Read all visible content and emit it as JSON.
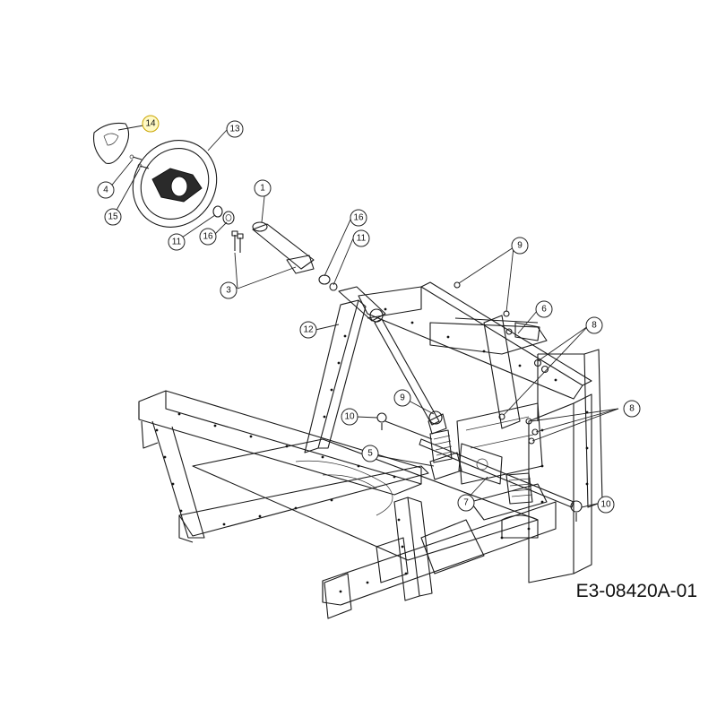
{
  "drawing_code": "E3-08420A-01",
  "callouts": [
    {
      "id": "c14",
      "label": "14",
      "highlight": true
    },
    {
      "id": "c13",
      "label": "13",
      "highlight": false
    },
    {
      "id": "c4",
      "label": "4",
      "highlight": false
    },
    {
      "id": "c15",
      "label": "15",
      "highlight": false
    },
    {
      "id": "c1",
      "label": "1",
      "highlight": false
    },
    {
      "id": "c11a",
      "label": "11",
      "highlight": false
    },
    {
      "id": "c16a",
      "label": "16",
      "highlight": false
    },
    {
      "id": "c3",
      "label": "3",
      "highlight": false
    },
    {
      "id": "c16b",
      "label": "16",
      "highlight": false
    },
    {
      "id": "c11b",
      "label": "11",
      "highlight": false
    },
    {
      "id": "c9a",
      "label": "9",
      "highlight": false
    },
    {
      "id": "c12",
      "label": "12",
      "highlight": false
    },
    {
      "id": "c6",
      "label": "6",
      "highlight": false
    },
    {
      "id": "c8a",
      "label": "8",
      "highlight": false
    },
    {
      "id": "c9b",
      "label": "9",
      "highlight": false
    },
    {
      "id": "c10a",
      "label": "10",
      "highlight": false
    },
    {
      "id": "c8b",
      "label": "8",
      "highlight": false
    },
    {
      "id": "c5",
      "label": "5",
      "highlight": false
    },
    {
      "id": "c7",
      "label": "7",
      "highlight": false
    },
    {
      "id": "c10b",
      "label": "10",
      "highlight": false
    }
  ]
}
